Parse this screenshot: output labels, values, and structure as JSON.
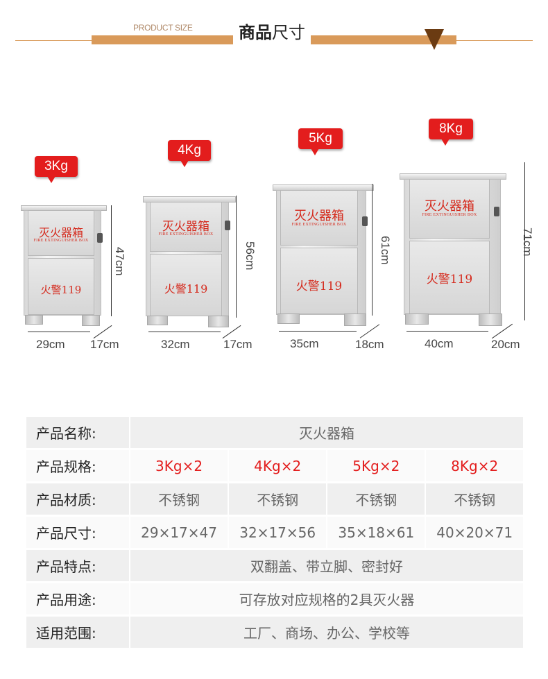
{
  "header": {
    "en": "PRODUCT SIZE",
    "cn_bold": "商品",
    "cn_rest": "尺寸"
  },
  "boxes": [
    {
      "tag": "3Kg",
      "panel_cn": "灭火器箱",
      "panel_en": "FIRE EXTINGUISHER BOX",
      "panel_alarm": "火警119",
      "height": "47cm",
      "width": "29cm",
      "depth": "17cm"
    },
    {
      "tag": "4Kg",
      "panel_cn": "灭火器箱",
      "panel_en": "FIRE EXTINGUISHER BOX",
      "panel_alarm": "火警119",
      "height": "56cm",
      "width": "32cm",
      "depth": "17cm"
    },
    {
      "tag": "5Kg",
      "panel_cn": "灭火器箱",
      "panel_en": "FIRE EXTINGUISHER BOX",
      "panel_alarm": "火警119",
      "height": "61cm",
      "width": "35cm",
      "depth": "18cm"
    },
    {
      "tag": "8Kg",
      "panel_cn": "灭火器箱",
      "panel_en": "FIRE EXTINGUISHER BOX",
      "panel_alarm": "火警119",
      "height": "71cm",
      "width": "40cm",
      "depth": "20cm"
    }
  ],
  "table": {
    "name_label": "产品名称:",
    "name_value": "灭火器箱",
    "spec_label": "产品规格:",
    "specs": [
      "3Kg×2",
      "4Kg×2",
      "5Kg×2",
      "8Kg×2"
    ],
    "material_label": "产品材质:",
    "materials": [
      "不锈钢",
      "不锈钢",
      "不锈钢",
      "不锈钢"
    ],
    "size_label": "产品尺寸:",
    "sizes": [
      "29×17×47",
      "32×17×56",
      "35×18×61",
      "40×20×71"
    ],
    "feature_label": "产品特点:",
    "feature_value": "双翻盖、带立脚、密封好",
    "use_label": "产品用途:",
    "use_value": "可存放对应规格的2具灭火器",
    "scope_label": "适用范围:",
    "scope_value": "工厂、商场、办公、学校等"
  }
}
